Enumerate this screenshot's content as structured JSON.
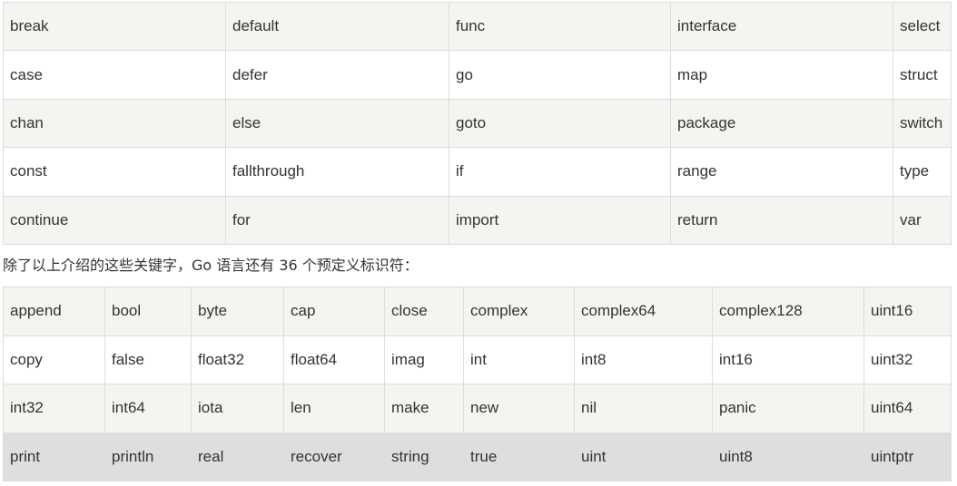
{
  "keywords_table": {
    "rows": [
      [
        "break",
        "default",
        "func",
        "interface",
        "select"
      ],
      [
        "case",
        "defer",
        "go",
        "map",
        "struct"
      ],
      [
        "chan",
        "else",
        "goto",
        "package",
        "switch"
      ],
      [
        "const",
        "fallthrough",
        "if",
        "range",
        "type"
      ],
      [
        "continue",
        "for",
        "import",
        "return",
        "var"
      ]
    ]
  },
  "note_text": "除了以上介绍的这些关键字，Go 语言还有 36 个预定义标识符：",
  "identifiers_table": {
    "rows": [
      [
        "append",
        "bool",
        "byte",
        "cap",
        "close",
        "complex",
        "complex64",
        "complex128",
        "uint16"
      ],
      [
        "copy",
        "false",
        "float32",
        "float64",
        "imag",
        "int",
        "int8",
        "int16",
        "uint32"
      ],
      [
        "int32",
        "int64",
        "iota",
        "len",
        "make",
        "new",
        "nil",
        "panic",
        "uint64"
      ],
      [
        "print",
        "println",
        "real",
        "recover",
        "string",
        "true",
        "uint",
        "uint8",
        "uintptr"
      ]
    ]
  },
  "colors": {
    "stripe": "#f5f4f0",
    "hover_row": "#dedede",
    "border": "#dddddd",
    "text": "#333333"
  }
}
